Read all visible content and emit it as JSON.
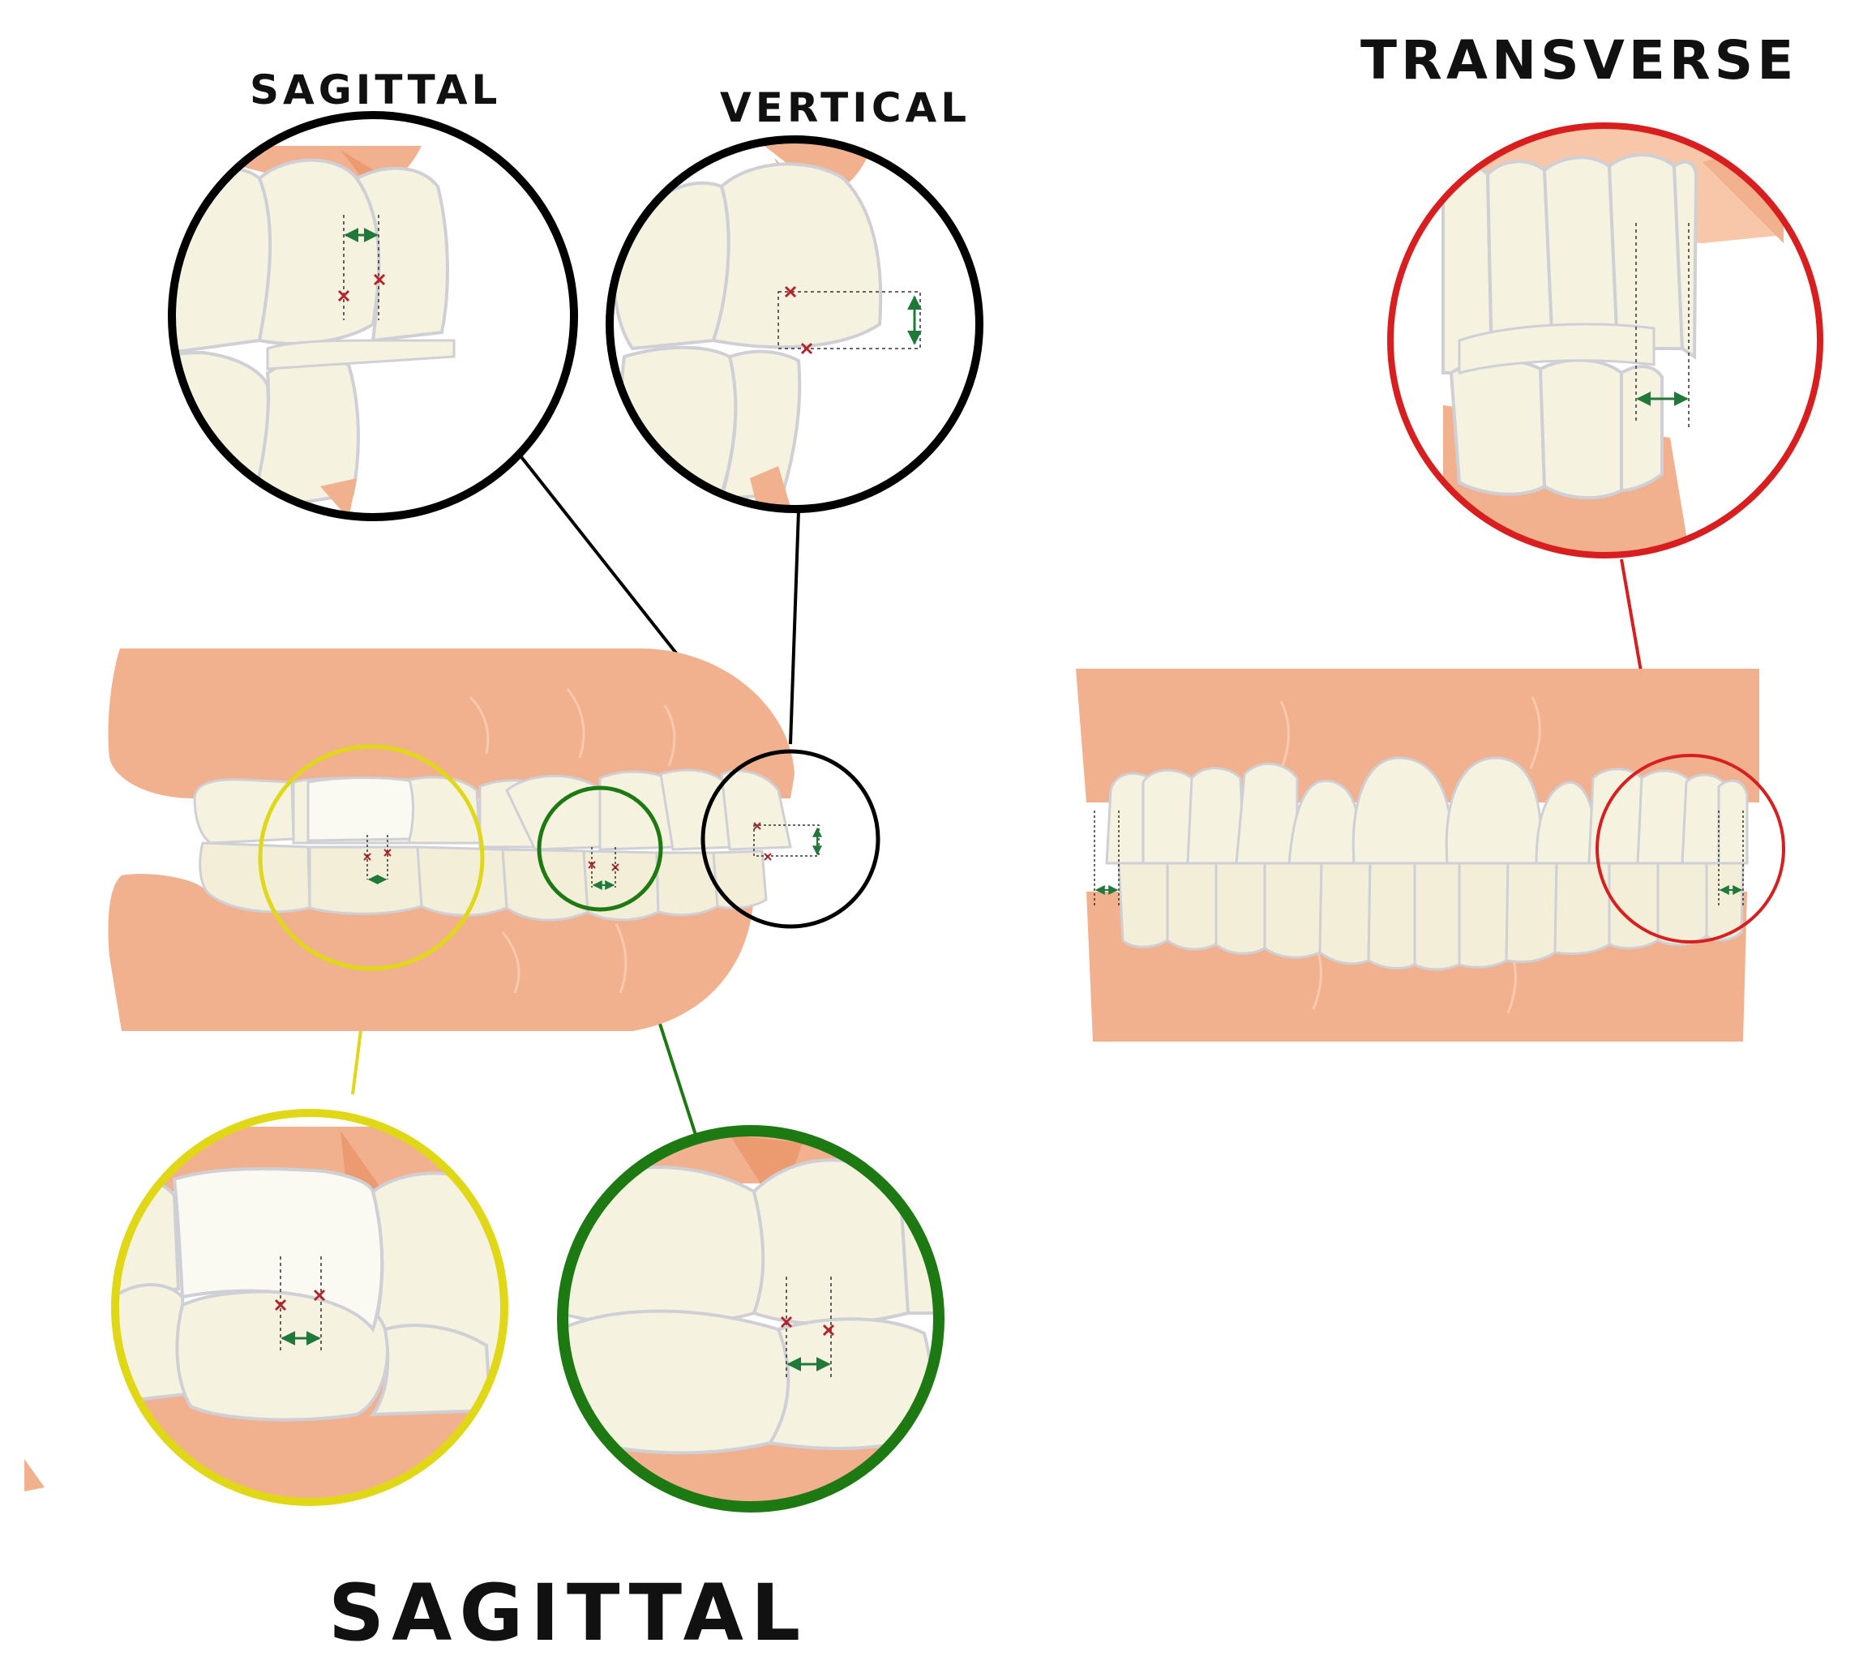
{
  "labels": {
    "sagittal_top": "SAGITTAL",
    "vertical": "VERTICAL",
    "transverse": "TRANSVERSE",
    "sagittal_bottom": "SAGITTAL"
  },
  "colors": {
    "gum": "#f2b18e",
    "gum_dark": "#ec9a70",
    "tooth": "#f6f2e0",
    "tooth_outline": "#cfcfd6",
    "black_circle": "#000000",
    "red_circle": "#d81e1e",
    "yellow_circle": "#e0d817",
    "green_circle": "#1d7a12",
    "marker_x": "#b5242a",
    "measure_arrow": "#1f7a3a"
  }
}
